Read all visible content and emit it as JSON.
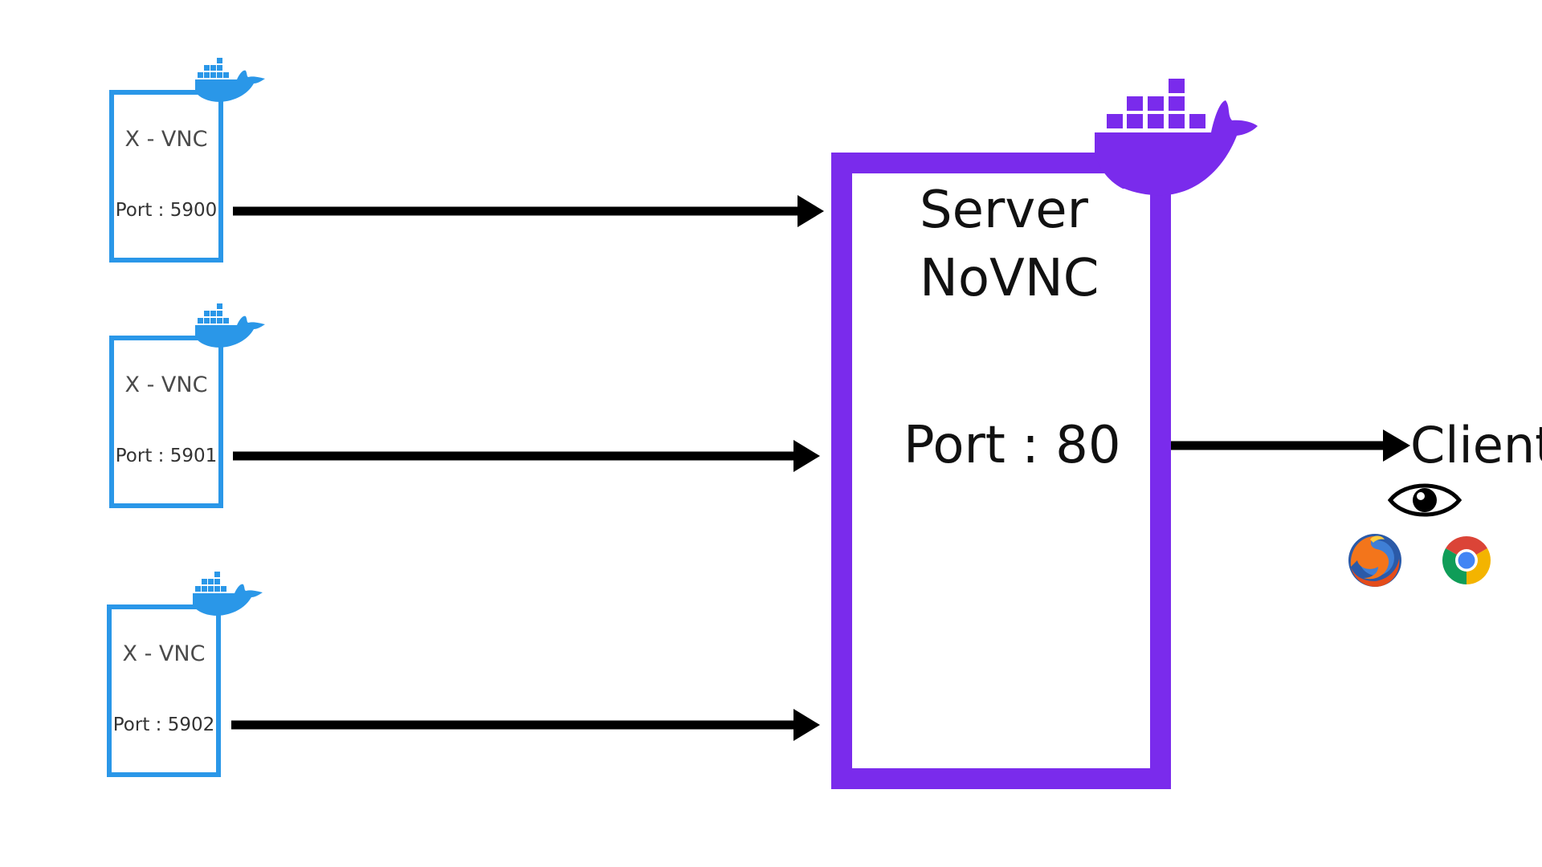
{
  "vnc_nodes": [
    {
      "title": "X - VNC",
      "port": "Port : 5900"
    },
    {
      "title": "X - VNC",
      "port": "Port : 5901"
    },
    {
      "title": "X - VNC",
      "port": "Port : 5902"
    }
  ],
  "server": {
    "title_line1": "Server",
    "title_line2": "NoVNC",
    "port": "Port : 80"
  },
  "client": {
    "label": "Client",
    "icons": [
      "eye-icon",
      "firefox-icon",
      "chrome-icon"
    ]
  },
  "icons": {
    "container_icon": "docker-whale-icon"
  },
  "colors": {
    "vnc_border": "#2a97e8",
    "server_border": "#7a2bec",
    "arrow": "#000000"
  }
}
